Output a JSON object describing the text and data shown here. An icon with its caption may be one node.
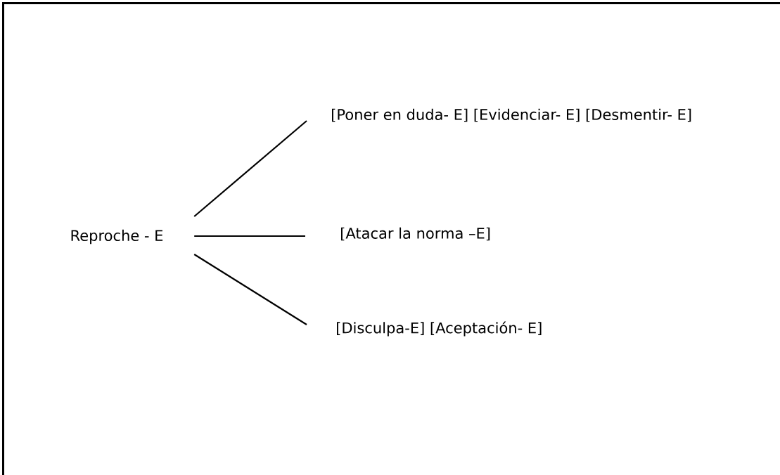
{
  "diagram": {
    "nodes": [
      {
        "text": [
          "Reproche - E"
        ]
      },
      {
        "text": [
          "[Poner en duda- E] [Evidenciar- E] [Desmentir- E]"
        ]
      },
      {
        "text": [
          "[Atacar la norma –E]"
        ]
      },
      {
        "text": [
          "[Disculpa-E] [Aceptación- E]"
        ]
      }
    ],
    "edges": [
      {
        "from": 0,
        "to": 1,
        "arrow": "none"
      },
      {
        "from": 0,
        "to": 2,
        "arrow": "none"
      },
      {
        "from": 0,
        "to": 3,
        "arrow": "none"
      }
    ]
  }
}
